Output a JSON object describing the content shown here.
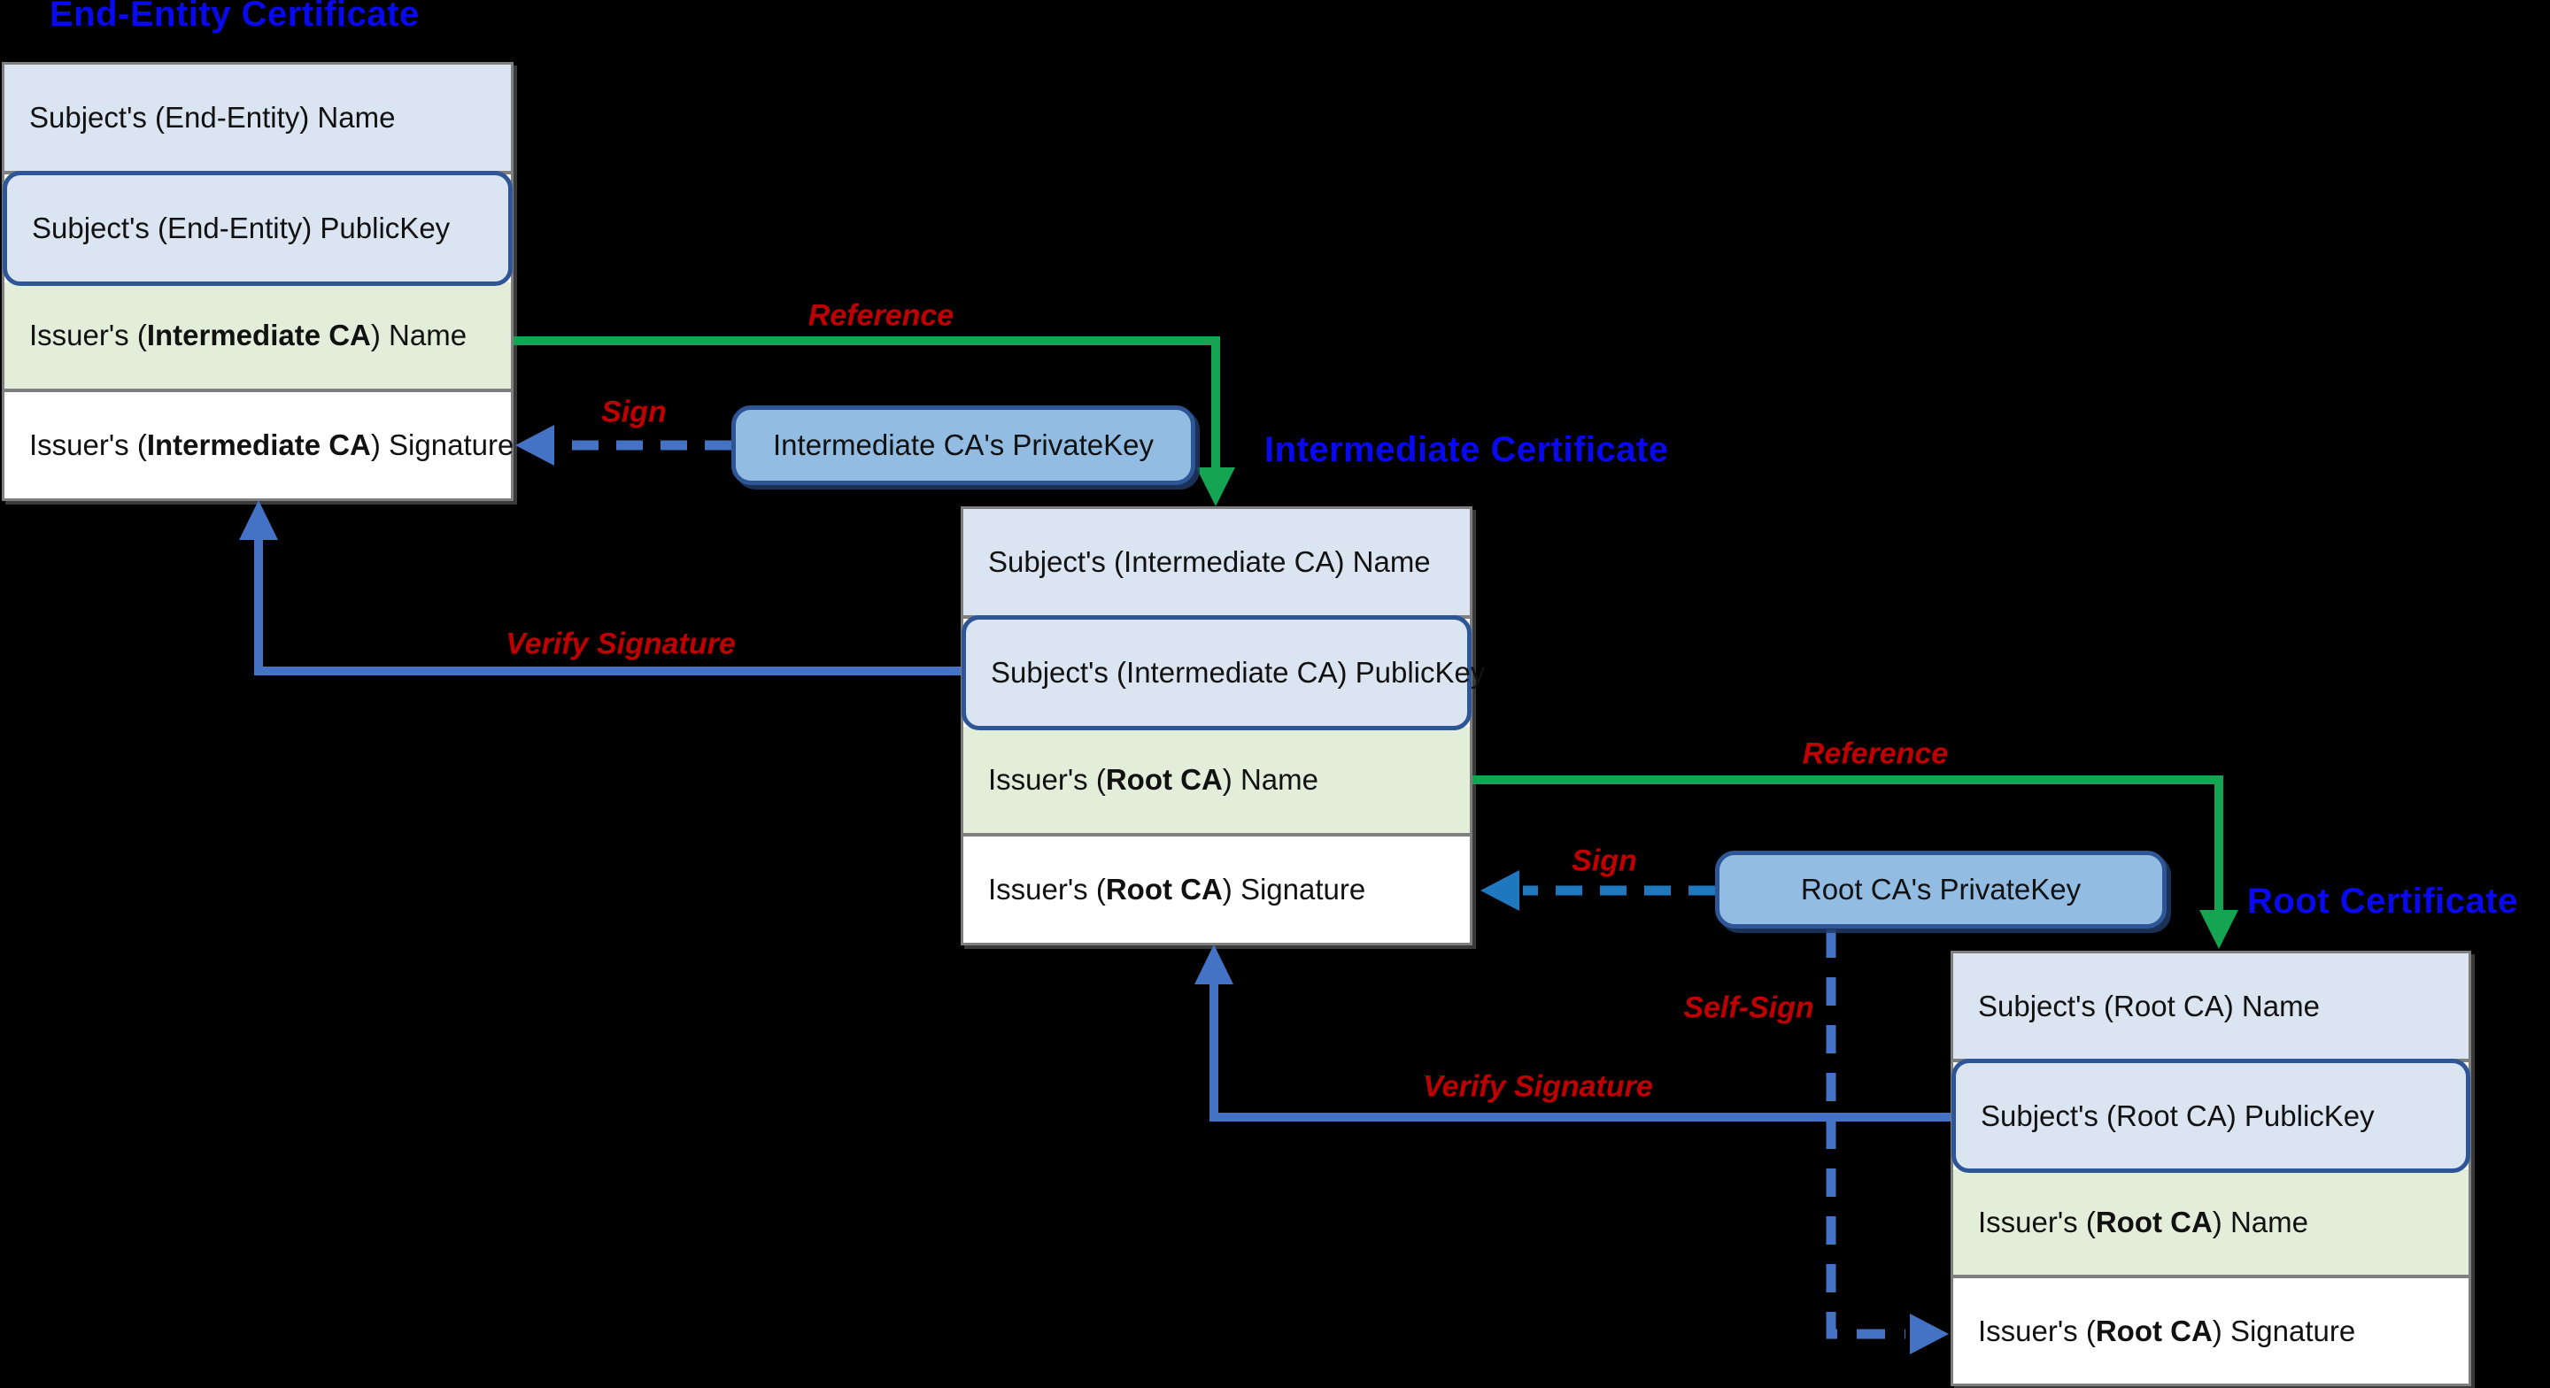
{
  "diagram": {
    "certificates": [
      {
        "title": "End-Entity Certificate",
        "rows": [
          {
            "pre": "Subject's (End-Entity) Name",
            "bold": "",
            "post": ""
          },
          {
            "pre": "Subject's (End-Entity) PublicKey",
            "bold": "",
            "post": ""
          },
          {
            "pre": "Issuer's (",
            "bold": "Intermediate CA",
            "post": ") Name"
          },
          {
            "pre": "Issuer's (",
            "bold": "Intermediate CA",
            "post": ") Signature"
          }
        ]
      },
      {
        "title": "Intermediate Certificate",
        "rows": [
          {
            "pre": "Subject's (Intermediate CA) Name",
            "bold": "",
            "post": ""
          },
          {
            "pre": "Subject's (Intermediate CA) PublicKey",
            "bold": "",
            "post": ""
          },
          {
            "pre": "Issuer's (",
            "bold": "Root CA",
            "post": ") Name"
          },
          {
            "pre": "Issuer's (",
            "bold": "Root CA",
            "post": ") Signature"
          }
        ]
      },
      {
        "title": "Root Certificate",
        "rows": [
          {
            "pre": "Subject's (Root CA) Name",
            "bold": "",
            "post": ""
          },
          {
            "pre": "Subject's (Root CA) PublicKey",
            "bold": "",
            "post": ""
          },
          {
            "pre": "Issuer's (",
            "bold": "Root CA",
            "post": ") Name"
          },
          {
            "pre": "Issuer's (",
            "bold": "Root CA",
            "post": ") Signature"
          }
        ]
      }
    ],
    "private_keys": [
      {
        "label": "Intermediate CA's PrivateKey"
      },
      {
        "label": "Root CA's PrivateKey"
      }
    ],
    "arrow_labels": {
      "reference_1": "Reference",
      "reference_2": "Reference",
      "sign_1": "Sign",
      "sign_2": "Sign",
      "self_sign": "Self-Sign",
      "verify_1": "Verify Signature",
      "verify_2": "Verify Signature"
    },
    "colors": {
      "background": "#000000",
      "title_blue": "#0909f0",
      "label_red": "#c00000",
      "row_light_blue": "#dbe5f1",
      "row_green": "#e2eed9",
      "row_white": "#ffffff",
      "box_border_gray": "#7f7f7f",
      "publickey_border_blue": "#2e5697",
      "privatekey_fill": "#92bce1",
      "arrow_green": "#14a452",
      "arrow_blue_royal": "#4472c4",
      "arrow_blue_azure": "#1f78be"
    }
  }
}
